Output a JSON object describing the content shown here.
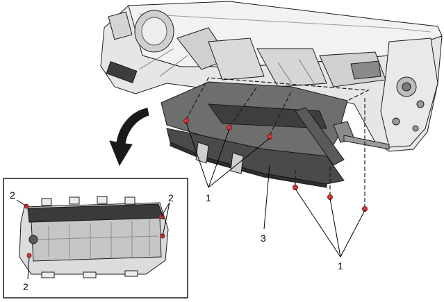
{
  "callouts": {
    "fastener_label_top": "1",
    "fastener_label_bottom": "1",
    "clip_label_top_left": "2",
    "clip_label_top_right": "2",
    "clip_label_bottom": "2",
    "glovebox_label": "3"
  },
  "colors": {
    "fastener": "#d23a3a",
    "part_dark": "#4a4a4a",
    "part_mid": "#8c8c8c",
    "part_light": "#d9d9d9",
    "outline": "#1a1a1a"
  },
  "icons": {
    "removal_direction": "curved-arrow-down-left-icon"
  }
}
